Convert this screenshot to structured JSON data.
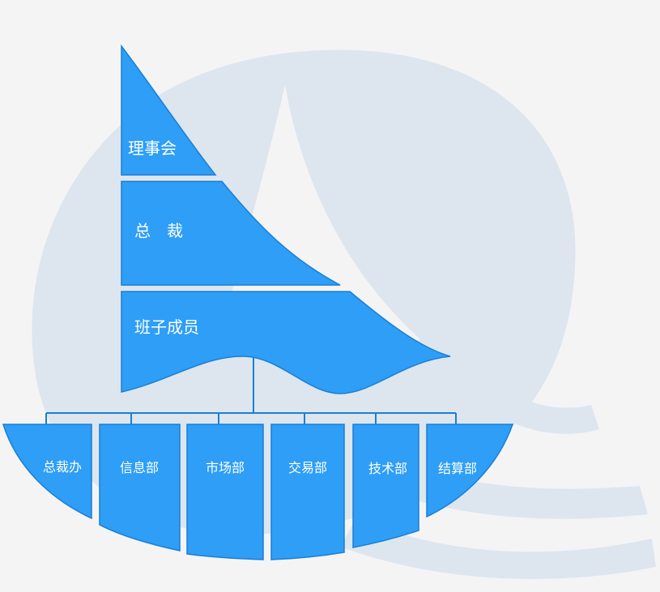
{
  "diagram": {
    "sails": [
      {
        "id": "board",
        "label": "理事会"
      },
      {
        "id": "president",
        "label": "总　裁"
      },
      {
        "id": "leadership",
        "label": "班子成员"
      }
    ],
    "departments": [
      {
        "id": "office",
        "label": "总裁办"
      },
      {
        "id": "info",
        "label": "信息部"
      },
      {
        "id": "market",
        "label": "市场部"
      },
      {
        "id": "trading",
        "label": "交易部"
      },
      {
        "id": "tech",
        "label": "技术部"
      },
      {
        "id": "settlement",
        "label": "结算部"
      }
    ],
    "colors": {
      "sail": "#2e9ef7",
      "outline": "#1a7fd6",
      "watermark": "#dde6ee",
      "background": "#f4f4f5"
    }
  }
}
